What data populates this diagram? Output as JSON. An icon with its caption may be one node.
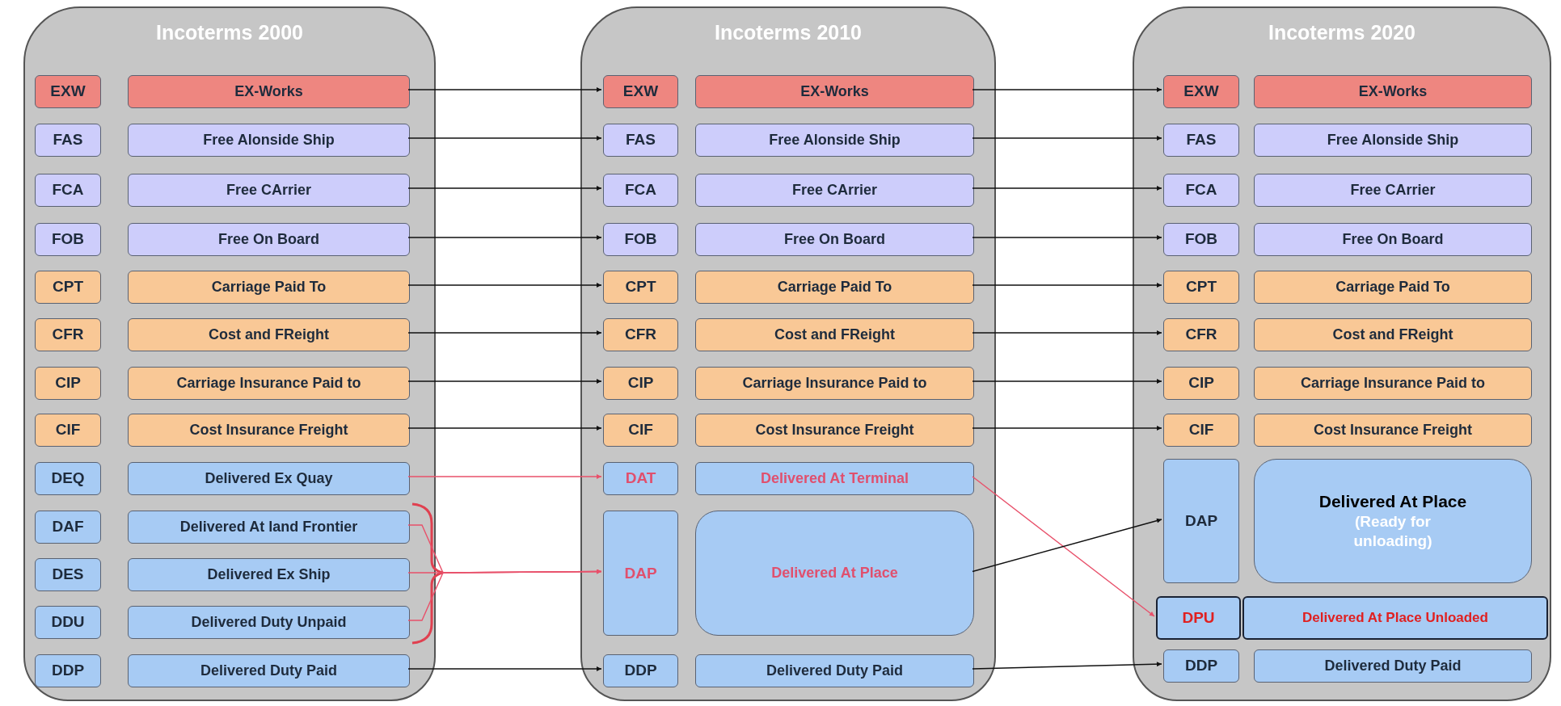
{
  "diagram": {
    "nodes": [
      {
        "text": [
          "Incoterms 2000"
        ]
      },
      {
        "text": [
          "EXW"
        ],
        "in": 0
      },
      {
        "text": [
          "EX-Works"
        ],
        "in": 0
      },
      {
        "text": [
          "FAS"
        ],
        "in": 0
      },
      {
        "text": [
          "Free Alonside Ship"
        ],
        "in": 0
      },
      {
        "text": [
          "FCA"
        ],
        "in": 0
      },
      {
        "text": [
          "Free CArrier"
        ],
        "in": 0
      },
      {
        "text": [
          "FOB"
        ],
        "in": 0
      },
      {
        "text": [
          "Free On Board"
        ],
        "in": 0
      },
      {
        "text": [
          "CPT"
        ],
        "in": 0
      },
      {
        "text": [
          "Carriage Paid To"
        ],
        "in": 0
      },
      {
        "text": [
          "CFR"
        ],
        "in": 0
      },
      {
        "text": [
          "Cost and FReight"
        ],
        "in": 0
      },
      {
        "text": [
          "CIP"
        ],
        "in": 0
      },
      {
        "text": [
          "Carriage Insurance Paid to"
        ],
        "in": 0
      },
      {
        "text": [
          "CIF"
        ],
        "in": 0
      },
      {
        "text": [
          "Cost Insurance Freight"
        ],
        "in": 0
      },
      {
        "text": [
          "DEQ"
        ],
        "in": 0
      },
      {
        "text": [
          "Delivered Ex Quay"
        ],
        "in": 0
      },
      {
        "text": [
          "DAF"
        ],
        "in": 0
      },
      {
        "text": [
          "Delivered At land Frontier"
        ],
        "in": 0
      },
      {
        "text": [
          "DES"
        ],
        "in": 0
      },
      {
        "text": [
          "Delivered Ex Ship"
        ],
        "in": 0
      },
      {
        "text": [
          "DDU"
        ],
        "in": 0
      },
      {
        "text": [
          "Delivered Duty Unpaid"
        ],
        "in": 0
      },
      {
        "text": [
          "DDP"
        ],
        "in": 0
      },
      {
        "text": [
          "Delivered Duty Paid"
        ],
        "in": 0
      },
      {
        "text": [
          "Incoterms 2010"
        ]
      },
      {
        "text": [
          "EXW"
        ],
        "in": 27
      },
      {
        "text": [
          "EX-Works"
        ],
        "in": 27
      },
      {
        "text": [
          "FAS"
        ],
        "in": 27
      },
      {
        "text": [
          "Free Alonside Ship"
        ],
        "in": 27
      },
      {
        "text": [
          "FCA"
        ],
        "in": 27
      },
      {
        "text": [
          "Free CArrier"
        ],
        "in": 27
      },
      {
        "text": [
          "FOB"
        ],
        "in": 27
      },
      {
        "text": [
          "Free On Board"
        ],
        "in": 27
      },
      {
        "text": [
          "CPT"
        ],
        "in": 27
      },
      {
        "text": [
          "Carriage Paid To"
        ],
        "in": 27
      },
      {
        "text": [
          "CFR"
        ],
        "in": 27
      },
      {
        "text": [
          "Cost and FReight"
        ],
        "in": 27
      },
      {
        "text": [
          "CIP"
        ],
        "in": 27
      },
      {
        "text": [
          "Carriage Insurance Paid to"
        ],
        "in": 27
      },
      {
        "text": [
          "CIF"
        ],
        "in": 27
      },
      {
        "text": [
          "Cost Insurance Freight"
        ],
        "in": 27
      },
      {
        "text": [
          "DAT"
        ],
        "in": 27
      },
      {
        "text": [
          "Delivered At Terminal"
        ],
        "in": 27
      },
      {
        "text": [
          "DAP"
        ],
        "in": 27
      },
      {
        "text": [
          "Delivered At Place"
        ],
        "in": 27
      },
      {
        "text": [
          "DDP"
        ],
        "in": 27
      },
      {
        "text": [
          "Delivered Duty Paid"
        ],
        "in": 27
      },
      {
        "text": [
          "Incoterms 2020"
        ]
      },
      {
        "text": [
          "EXW"
        ],
        "in": 50
      },
      {
        "text": [
          "EX-Works"
        ],
        "in": 50
      },
      {
        "text": [
          "FAS"
        ],
        "in": 50
      },
      {
        "text": [
          "Free Alonside Ship"
        ],
        "in": 50
      },
      {
        "text": [
          "FCA"
        ],
        "in": 50
      },
      {
        "text": [
          "Free CArrier"
        ],
        "in": 50
      },
      {
        "text": [
          "FOB"
        ],
        "in": 50
      },
      {
        "text": [
          "Free On Board"
        ],
        "in": 50
      },
      {
        "text": [
          "CPT"
        ],
        "in": 50
      },
      {
        "text": [
          "Carriage Paid To"
        ],
        "in": 50
      },
      {
        "text": [
          "CFR"
        ],
        "in": 50
      },
      {
        "text": [
          "Cost and FReight"
        ],
        "in": 50
      },
      {
        "text": [
          "CIP"
        ],
        "in": 50
      },
      {
        "text": [
          "Carriage Insurance Paid to"
        ],
        "in": 50
      },
      {
        "text": [
          "CIF"
        ],
        "in": 50
      },
      {
        "text": [
          "Cost Insurance Freight"
        ],
        "in": 50
      },
      {
        "text": [
          "DAP"
        ],
        "in": 50
      },
      {
        "text": [
          "Delivered At Place",
          "(Ready for unloading)"
        ],
        "in": 50
      },
      {
        "text": [
          "DPU"
        ],
        "in": 50
      },
      {
        "text": [
          "Delivered At Place Unloaded"
        ],
        "in": 50
      },
      {
        "text": [
          "DDP"
        ],
        "in": 50
      },
      {
        "text": [
          "Delivered Duty Paid"
        ],
        "in": 50
      }
    ],
    "edges": [
      {
        "from": 2,
        "to": 28,
        "arrow": "to"
      },
      {
        "from": 4,
        "to": 30,
        "arrow": "to"
      },
      {
        "from": 6,
        "to": 32,
        "arrow": "to"
      },
      {
        "from": 8,
        "to": 34,
        "arrow": "to"
      },
      {
        "from": 10,
        "to": 36,
        "arrow": "to"
      },
      {
        "from": 12,
        "to": 38,
        "arrow": "to"
      },
      {
        "from": 14,
        "to": 40,
        "arrow": "to"
      },
      {
        "from": 16,
        "to": 42,
        "arrow": "to"
      },
      {
        "from": 18,
        "to": 44,
        "arrow": "to",
        "color": "#e8506a"
      },
      {
        "from": 20,
        "to": 46,
        "arrow": "to",
        "color": "#e8506a"
      },
      {
        "from": 22,
        "to": 46,
        "arrow": "to",
        "color": "#e8506a"
      },
      {
        "from": 24,
        "to": 46,
        "arrow": "to",
        "color": "#e8506a"
      },
      {
        "from": 26,
        "to": 48,
        "arrow": "to"
      },
      {
        "from": 29,
        "to": 51,
        "arrow": "to"
      },
      {
        "from": 31,
        "to": 53,
        "arrow": "to"
      },
      {
        "from": 33,
        "to": 55,
        "arrow": "to"
      },
      {
        "from": 35,
        "to": 57,
        "arrow": "to"
      },
      {
        "from": 37,
        "to": 59,
        "arrow": "to"
      },
      {
        "from": 39,
        "to": 61,
        "arrow": "to"
      },
      {
        "from": 41,
        "to": 63,
        "arrow": "to"
      },
      {
        "from": 43,
        "to": 65,
        "arrow": "to"
      },
      {
        "from": 45,
        "to": 69,
        "arrow": "to",
        "color": "#e8506a"
      },
      {
        "from": 47,
        "to": 67,
        "arrow": "to"
      },
      {
        "from": 49,
        "to": 71,
        "arrow": "to"
      }
    ]
  }
}
